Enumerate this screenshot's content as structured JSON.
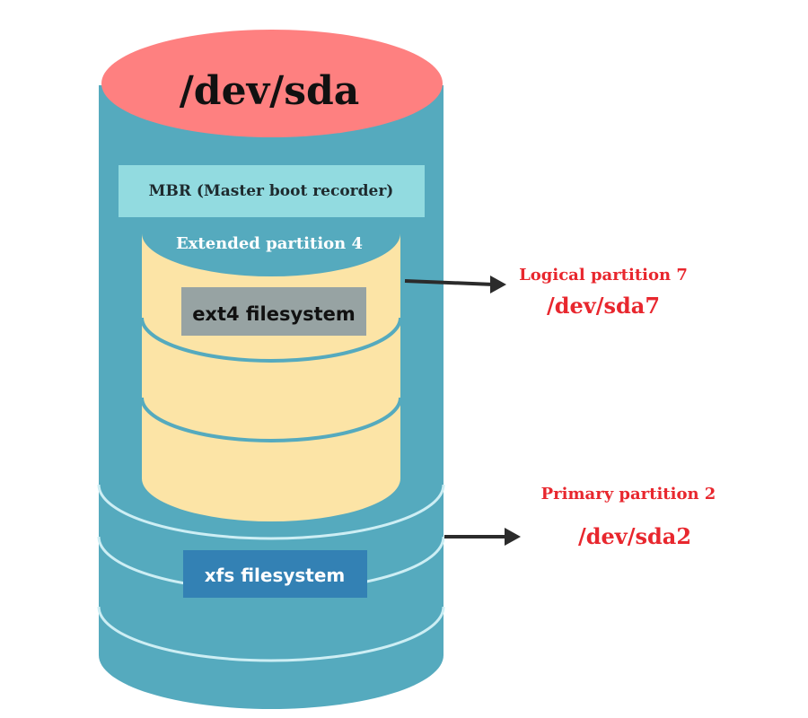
{
  "disk": {
    "title": "/dev/sda",
    "mbr_label": "MBR (Master boot recorder)",
    "extended_label": "Extended partition 4",
    "ext4_label": "ext4 filesystem",
    "xfs_label": "xfs filesystem"
  },
  "callouts": {
    "logical": {
      "name": "Logical partition 7",
      "device": "/dev/sda7"
    },
    "primary": {
      "name": "Primary partition 2",
      "device": "/dev/sda2"
    }
  },
  "colors": {
    "disk_body": "#55aabe",
    "disk_ring": "#cdeef4",
    "disk_top": "#fe8080",
    "mbr_box": "#92dbe0",
    "extended_body": "#fce4a6",
    "extended_text": "#ffffff",
    "ext4_box": "#97a3a3",
    "xfs_box": "#3381b4",
    "callout_text": "#e8272e",
    "arrow": "#2b2b2b"
  }
}
